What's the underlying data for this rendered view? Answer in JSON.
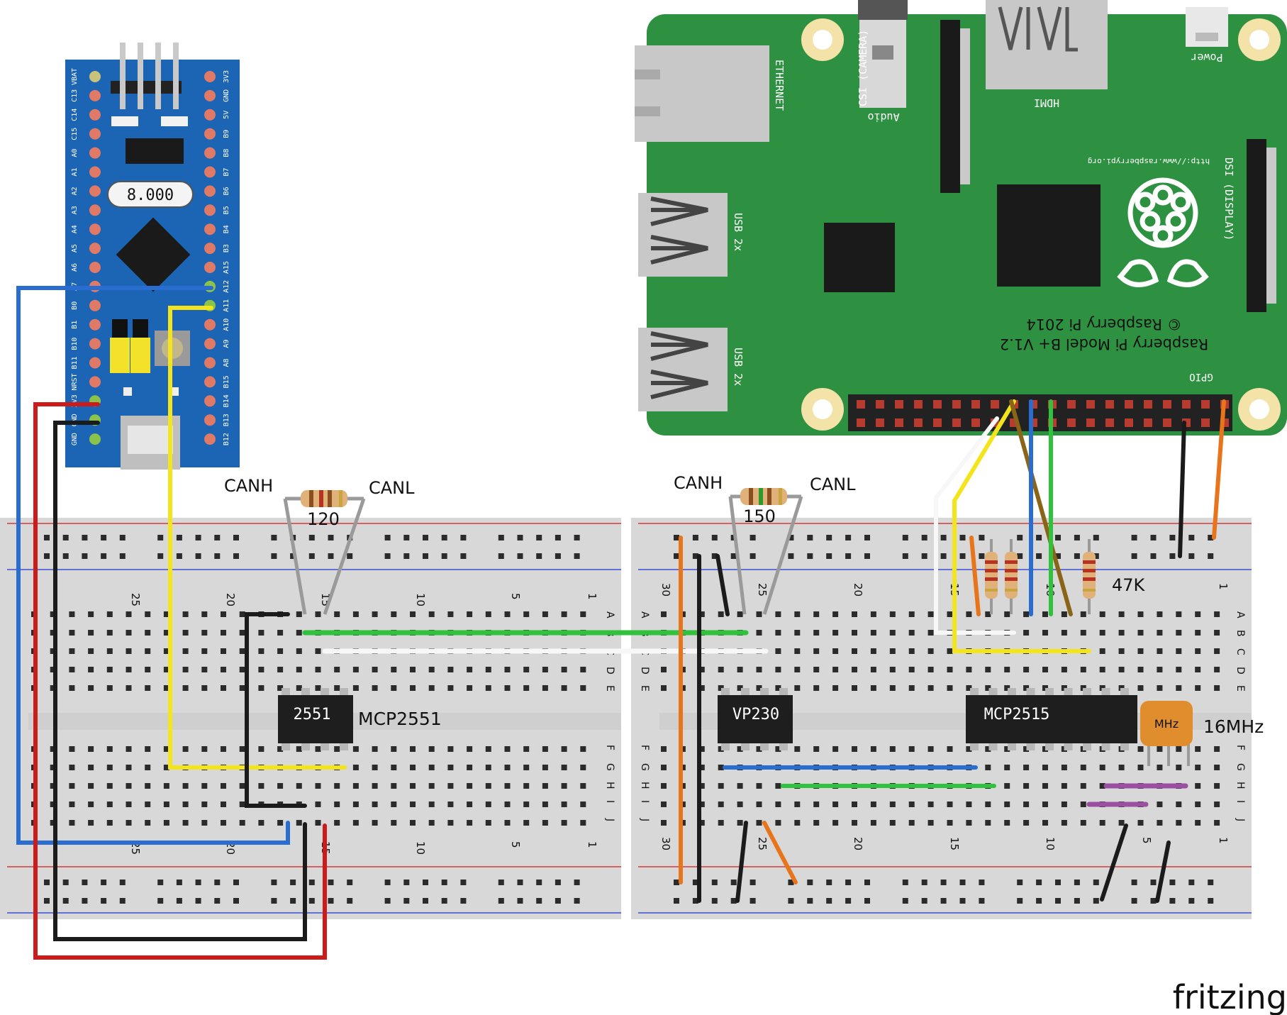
{
  "colors": {
    "pcb_green": "#2e9141",
    "bluepill": "#1c64b4",
    "wire_red": "#cc1b1b",
    "wire_black": "#1b1b1b",
    "wire_blue": "#2a6dd0",
    "wire_yellow": "#f3e41b",
    "wire_green": "#30c13d",
    "wire_white": "#f7f7f7",
    "wire_orange": "#e8741c",
    "wire_brown": "#8a6417",
    "wire_purple": "#9b4fa0",
    "crystal": "#e08e2d"
  },
  "bluepill": {
    "crystal_label": "8.000",
    "pins_left": [
      "VBAT",
      "C13",
      "C14",
      "C15",
      "A0",
      "A1",
      "A2",
      "A3",
      "A4",
      "A5",
      "A6",
      "A7",
      "B0",
      "B1",
      "B10",
      "B11",
      "NRST",
      "3V3",
      "GND",
      "GND"
    ],
    "pins_right": [
      "3V3",
      "GND",
      "5V",
      "B9",
      "B8",
      "B7",
      "B6",
      "B5",
      "B4",
      "B3",
      "A15",
      "A12",
      "A11",
      "A10",
      "A9",
      "A8",
      "B15",
      "B14",
      "B13",
      "B12"
    ]
  },
  "raspberry_pi": {
    "ethernet": "ETHERNET",
    "audio": "Audio",
    "camera": "CSI (CAMERA)",
    "hdmi": "HDMI",
    "power": "Power",
    "display": "DSI (DISPLAY)",
    "usb1": "USB 2x",
    "usb2": "USB 2x",
    "url": "http://www.raspberrypi.org",
    "model": "Raspberry Pi Model B+ V1.2",
    "copyright": "© Raspberry Pi 2014",
    "gpio": "GPIO"
  },
  "left_circuit": {
    "canh": "CANH",
    "canl": "CANL",
    "resistor": "120",
    "chip_marking": "2551",
    "chip_name": "MCP2551"
  },
  "right_circuit": {
    "canh": "CANH",
    "canl": "CANL",
    "resistor": "150",
    "transceiver": "VP230",
    "controller": "MCP2515",
    "pullup": "47K",
    "crystal_marking": "MHz",
    "crystal_freq": "16MHz"
  },
  "breadboard_left": {
    "numbers_top": [
      "25",
      "20",
      "15",
      "10",
      "5",
      "1"
    ],
    "numbers_bottom": [
      "25",
      "20",
      "15",
      "10",
      "5",
      "1"
    ],
    "rows_top": [
      "A",
      "B",
      "C",
      "D",
      "E"
    ],
    "rows_bottom": [
      "F",
      "G",
      "H",
      "I",
      "J"
    ]
  },
  "breadboard_right": {
    "numbers_top": [
      "30",
      "25",
      "20",
      "15",
      "10",
      "1"
    ],
    "numbers_bottom": [
      "30",
      "25",
      "20",
      "15",
      "10",
      "5",
      "1"
    ],
    "rows_top": [
      "A",
      "B",
      "C",
      "D",
      "E"
    ],
    "rows_bottom": [
      "F",
      "G",
      "H",
      "I",
      "J"
    ]
  },
  "watermark": "fritzing"
}
